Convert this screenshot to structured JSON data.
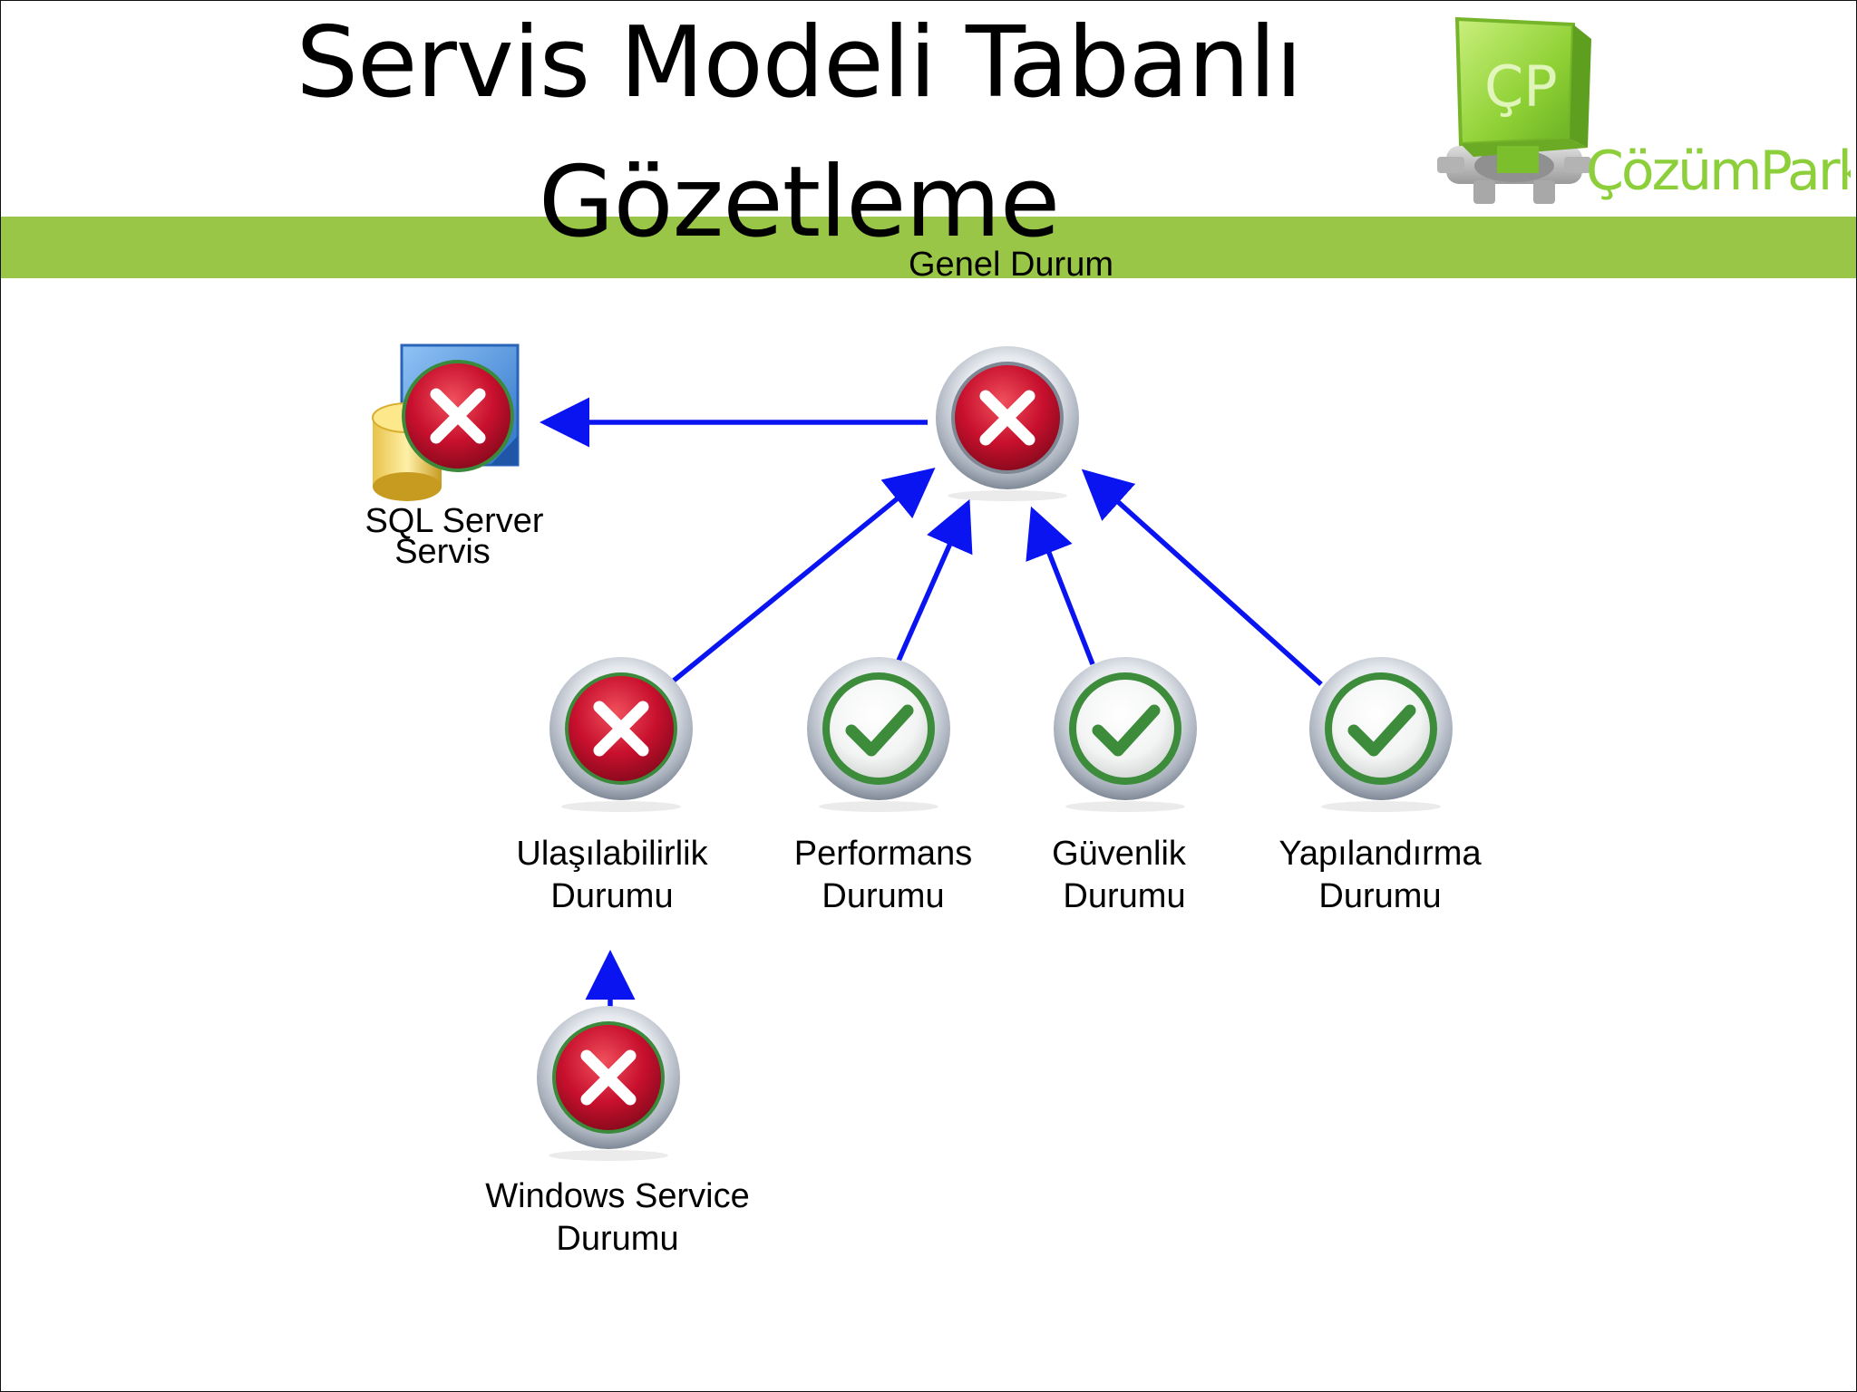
{
  "slide": {
    "title_line1": "Servis Modeli Tabanlı",
    "title_line2": "Gözetleme"
  },
  "logo": {
    "text": "ÇözümPark",
    "monogram": "ÇP",
    "icon": "computer-monitor-gear-icon"
  },
  "colors": {
    "band": "#99c646",
    "arrow": "#0a14f0",
    "error": "#c8102e",
    "ok": "#3c8c3c",
    "logo_green": "#8ccf3a"
  },
  "nodes": {
    "genel": {
      "label": "Genel Durum",
      "status": "error",
      "icon": "error-status-icon"
    },
    "sql": {
      "line1": "SQL Server",
      "line2": "Servis",
      "status": "error",
      "icon": "sql-database-icon"
    },
    "ulasilabilirlik": {
      "line1": "Ulaşılabilirlik",
      "line2": "Durumu",
      "status": "error",
      "icon": "error-status-icon"
    },
    "performans": {
      "line1": "Performans",
      "line2": "Durumu",
      "status": "ok",
      "icon": "ok-status-icon"
    },
    "guvenlik": {
      "line1": "Güvenlik",
      "line2": "Durumu",
      "status": "ok",
      "icon": "ok-status-icon"
    },
    "yapilandirma": {
      "line1": "Yapılandırma",
      "line2": "Durumu",
      "status": "ok",
      "icon": "ok-status-icon"
    },
    "windows_service": {
      "line1": "Windows Service",
      "line2": "Durumu",
      "status": "error",
      "icon": "error-status-icon"
    }
  },
  "edges": [
    {
      "from": "genel",
      "to": "sql"
    },
    {
      "from": "ulasilabilirlik",
      "to": "genel"
    },
    {
      "from": "performans",
      "to": "genel"
    },
    {
      "from": "guvenlik",
      "to": "genel"
    },
    {
      "from": "yapilandirma",
      "to": "genel"
    },
    {
      "from": "windows_service",
      "to": "ulasilabilirlik"
    }
  ]
}
